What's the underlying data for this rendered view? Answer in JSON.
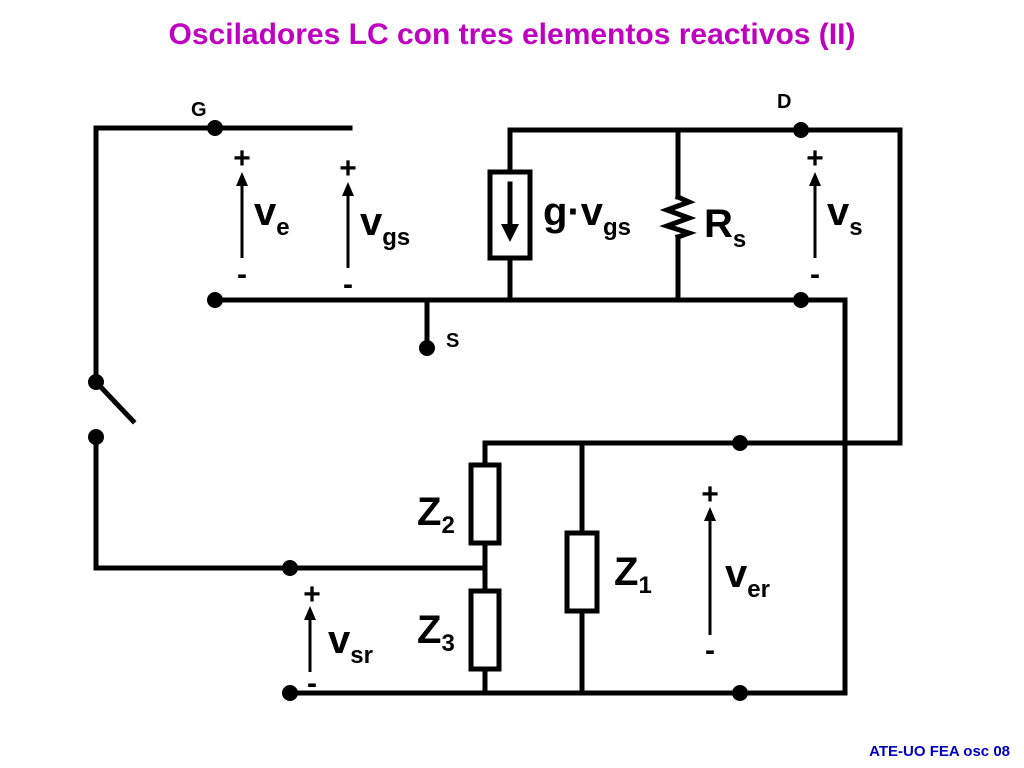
{
  "title": "Osciladores LC con tres elementos reactivos (II)",
  "footer": "ATE-UO FEA osc 08",
  "colors": {
    "title": "#c000c0",
    "footer": "#0000c0",
    "wire": "#000000"
  },
  "nodes": {
    "g": "G",
    "d": "D",
    "s": "S"
  },
  "labels": {
    "ve": {
      "main": "v",
      "sub": "e"
    },
    "vgs": {
      "main": "v",
      "sub": "gs"
    },
    "gvgs": {
      "main": "g·v",
      "sub": "gs"
    },
    "rs": {
      "main": "R",
      "sub": "s"
    },
    "vs": {
      "main": "v",
      "sub": "s"
    },
    "z1": {
      "main": "Z",
      "sub": "1"
    },
    "z2": {
      "main": "Z",
      "sub": "2"
    },
    "z3": {
      "main": "Z",
      "sub": "3"
    },
    "ver": {
      "main": "v",
      "sub": "er"
    },
    "vsr": {
      "main": "v",
      "sub": "sr"
    }
  },
  "signs": {
    "plus": "+",
    "minus": "-"
  }
}
